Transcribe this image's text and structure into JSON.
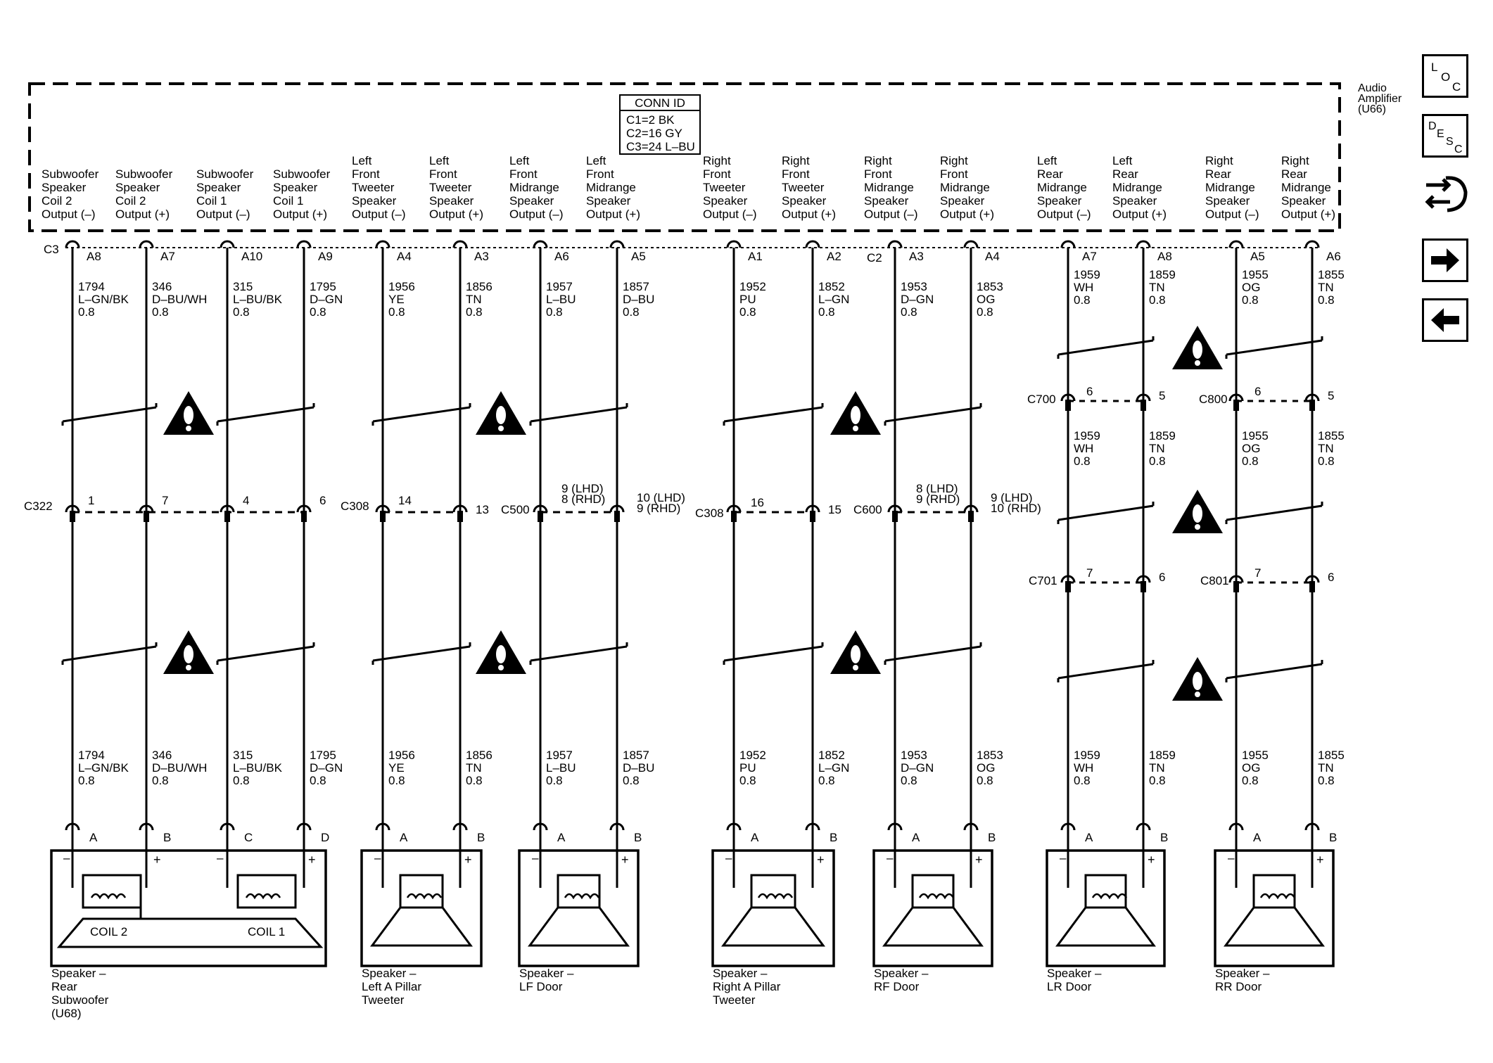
{
  "amplifier": {
    "label": [
      "Audio",
      "Amplifier",
      "(U66)"
    ]
  },
  "conn_id": {
    "title": "CONN ID",
    "lines": [
      "C1=2 BK",
      "C2=16 GY",
      "C3=24 L–BU"
    ]
  },
  "amp_connectors": [
    "C3",
    "C2"
  ],
  "outputs": [
    {
      "label": [
        "Subwoofer",
        "Speaker",
        "Coil 2",
        "Output (–)"
      ],
      "pin": "A8"
    },
    {
      "label": [
        "Subwoofer",
        "Speaker",
        "Coil 2",
        "Output (+)"
      ],
      "pin": "A7"
    },
    {
      "label": [
        "Subwoofer",
        "Speaker",
        "Coil 1",
        "Output (–)"
      ],
      "pin": "A10"
    },
    {
      "label": [
        "Subwoofer",
        "Speaker",
        "Coil 1",
        "Output (+)"
      ],
      "pin": "A9"
    },
    {
      "label": [
        "Left",
        "Front",
        "Tweeter",
        "Speaker",
        "Output (–)"
      ],
      "pin": "A4"
    },
    {
      "label": [
        "Left",
        "Front",
        "Tweeter",
        "Speaker",
        "Output (+)"
      ],
      "pin": "A3"
    },
    {
      "label": [
        "Left",
        "Front",
        "Midrange",
        "Speaker",
        "Output (–)"
      ],
      "pin": "A6"
    },
    {
      "label": [
        "Left",
        "Front",
        "Midrange",
        "Speaker",
        "Output (+)"
      ],
      "pin": "A5"
    },
    {
      "label": [
        "Right",
        "Front",
        "Tweeter",
        "Speaker",
        "Output (–)"
      ],
      "pin": "A1"
    },
    {
      "label": [
        "Right",
        "Front",
        "Tweeter",
        "Speaker",
        "Output (+)"
      ],
      "pin": "A2"
    },
    {
      "label": [
        "Right",
        "Front",
        "Midrange",
        "Speaker",
        "Output (–)"
      ],
      "pin": "A3"
    },
    {
      "label": [
        "Right",
        "Front",
        "Midrange",
        "Speaker",
        "Output (+)"
      ],
      "pin": "A4"
    },
    {
      "label": [
        "Left",
        "Rear",
        "Midrange",
        "Speaker",
        "Output (–)"
      ],
      "pin": "A7"
    },
    {
      "label": [
        "Left",
        "Rear",
        "Midrange",
        "Speaker",
        "Output (+)"
      ],
      "pin": "A8"
    },
    {
      "label": [
        "Right",
        "Rear",
        "Midrange",
        "Speaker",
        "Output (–)"
      ],
      "pin": "A5"
    },
    {
      "label": [
        "Right",
        "Rear",
        "Midrange",
        "Speaker",
        "Output (+)"
      ],
      "pin": "A6"
    }
  ],
  "wires": [
    {
      "circuit": "1794",
      "color": "L–GN/BK",
      "gauge": "0.8"
    },
    {
      "circuit": "346",
      "color": "D–BU/WH",
      "gauge": "0.8"
    },
    {
      "circuit": "315",
      "color": "L–BU/BK",
      "gauge": "0.8"
    },
    {
      "circuit": "1795",
      "color": "D–GN",
      "gauge": "0.8"
    },
    {
      "circuit": "1956",
      "color": "YE",
      "gauge": "0.8"
    },
    {
      "circuit": "1856",
      "color": "TN",
      "gauge": "0.8"
    },
    {
      "circuit": "1957",
      "color": "L–BU",
      "gauge": "0.8"
    },
    {
      "circuit": "1857",
      "color": "D–BU",
      "gauge": "0.8"
    },
    {
      "circuit": "1952",
      "color": "PU",
      "gauge": "0.8"
    },
    {
      "circuit": "1852",
      "color": "L–GN",
      "gauge": "0.8"
    },
    {
      "circuit": "1953",
      "color": "D–GN",
      "gauge": "0.8"
    },
    {
      "circuit": "1853",
      "color": "OG",
      "gauge": "0.8"
    },
    {
      "circuit": "1959",
      "color": "WH",
      "gauge": "0.8"
    },
    {
      "circuit": "1859",
      "color": "TN",
      "gauge": "0.8"
    },
    {
      "circuit": "1955",
      "color": "OG",
      "gauge": "0.8"
    },
    {
      "circuit": "1855",
      "color": "TN",
      "gauge": "0.8"
    }
  ],
  "inline_connectors": [
    {
      "name": "C322",
      "pins": [
        "1",
        "7",
        "4",
        "6"
      ]
    },
    {
      "name": "C308",
      "pins": [
        "14",
        "13"
      ]
    },
    {
      "name": "C500",
      "pins": [
        [
          "9 (LHD)",
          "8 (RHD)"
        ],
        [
          "10 (LHD)",
          "9 (RHD)"
        ]
      ]
    },
    {
      "name": "C308",
      "pins": [
        "16",
        "15"
      ]
    },
    {
      "name": "C600",
      "pins": [
        [
          "8 (LHD)",
          "9 (RHD)"
        ],
        [
          "9 (LHD)",
          "10 (RHD)"
        ]
      ]
    }
  ],
  "rear_connectors": [
    {
      "name": "C700",
      "pins": [
        "6",
        "5"
      ]
    },
    {
      "name": "C800",
      "pins": [
        "6",
        "5"
      ]
    },
    {
      "name": "C701",
      "pins": [
        "7",
        "6"
      ]
    },
    {
      "name": "C801",
      "pins": [
        "7",
        "6"
      ]
    }
  ],
  "speaker_pins": [
    "A",
    "B",
    "C",
    "D",
    "A",
    "B",
    "A",
    "B",
    "A",
    "B",
    "A",
    "B",
    "A",
    "B",
    "A",
    "B"
  ],
  "speakers": [
    {
      "label": [
        "Speaker –",
        "Rear",
        "Subwoofer",
        "(U68)"
      ],
      "coils": [
        "COIL 2",
        "COIL 1"
      ]
    },
    {
      "label": [
        "Speaker –",
        "Left A Pillar",
        "Tweeter"
      ]
    },
    {
      "label": [
        "Speaker –",
        "LF Door"
      ]
    },
    {
      "label": [
        "Speaker –",
        "Right A Pillar",
        "Tweeter"
      ]
    },
    {
      "label": [
        "Speaker –",
        "RF Door"
      ]
    },
    {
      "label": [
        "Speaker –",
        "LR Door"
      ]
    },
    {
      "label": [
        "Speaker –",
        "RR Door"
      ]
    }
  ],
  "nav": {
    "loc": [
      "L",
      "O",
      "C"
    ],
    "desc": [
      "D",
      "E",
      "S",
      "C"
    ],
    "icons": [
      "connector-icon",
      "forward-arrow-icon",
      "back-arrow-icon"
    ]
  }
}
